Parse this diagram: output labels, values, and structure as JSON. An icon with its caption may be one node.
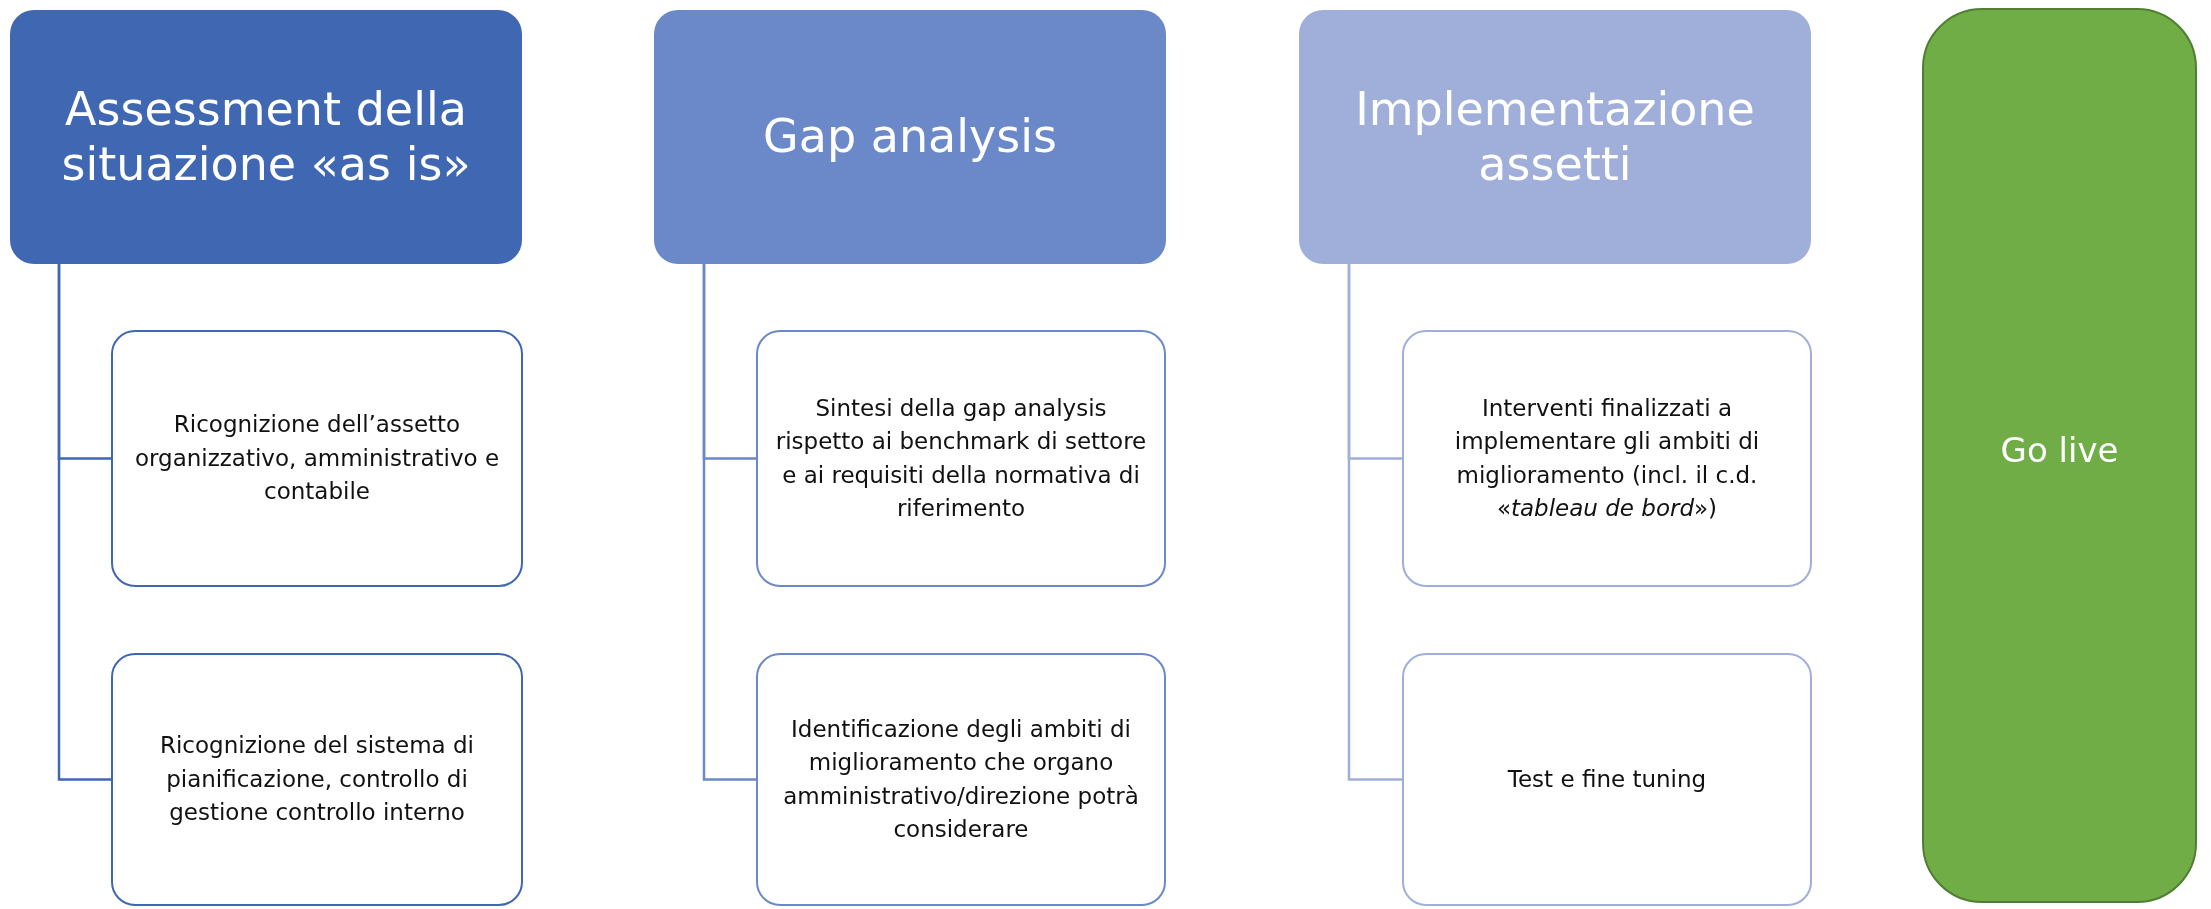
{
  "diagram": {
    "nodes": [
      {
        "text": [
          "Assessment della situazione «as is»"
        ]
      },
      {
        "text": [
          "Ricognizione dell’assetto organizzativo, amministrativo e contabile"
        ]
      },
      {
        "text": [
          "Ricognizione del sistema di pianificazione, controllo di gestione controllo interno"
        ]
      },
      {
        "text": [
          "Gap analysis"
        ]
      },
      {
        "text": [
          "Sintesi della gap analysis rispetto ai benchmark di settore e ai requisiti della normativa di riferimento"
        ]
      },
      {
        "text": [
          "Identificazione degli ambiti di miglioramento che organo amministrativo/direzione potrà considerare"
        ]
      },
      {
        "text": [
          "Implementazione assetti"
        ]
      },
      {
        "text": [
          "Interventi finalizzati a implementare gli ambiti di miglioramento (incl. il c.d. «*tableau de bord*»)"
        ]
      },
      {
        "text": [
          "Test e fine tuning"
        ]
      },
      {
        "text": [
          "Go live"
        ]
      }
    ],
    "edges": [
      {
        "from": 0,
        "to": 1,
        "arrow": "none",
        "color": "#4068b2"
      },
      {
        "from": 0,
        "to": 2,
        "arrow": "none",
        "color": "#4068b2"
      },
      {
        "from": 3,
        "to": 4,
        "arrow": "none",
        "color": "#6b89c8"
      },
      {
        "from": 3,
        "to": 5,
        "arrow": "none",
        "color": "#6b89c8"
      },
      {
        "from": 6,
        "to": 7,
        "arrow": "none",
        "color": "#a0afda"
      },
      {
        "from": 6,
        "to": 8,
        "arrow": "none",
        "color": "#a0afda"
      }
    ]
  }
}
